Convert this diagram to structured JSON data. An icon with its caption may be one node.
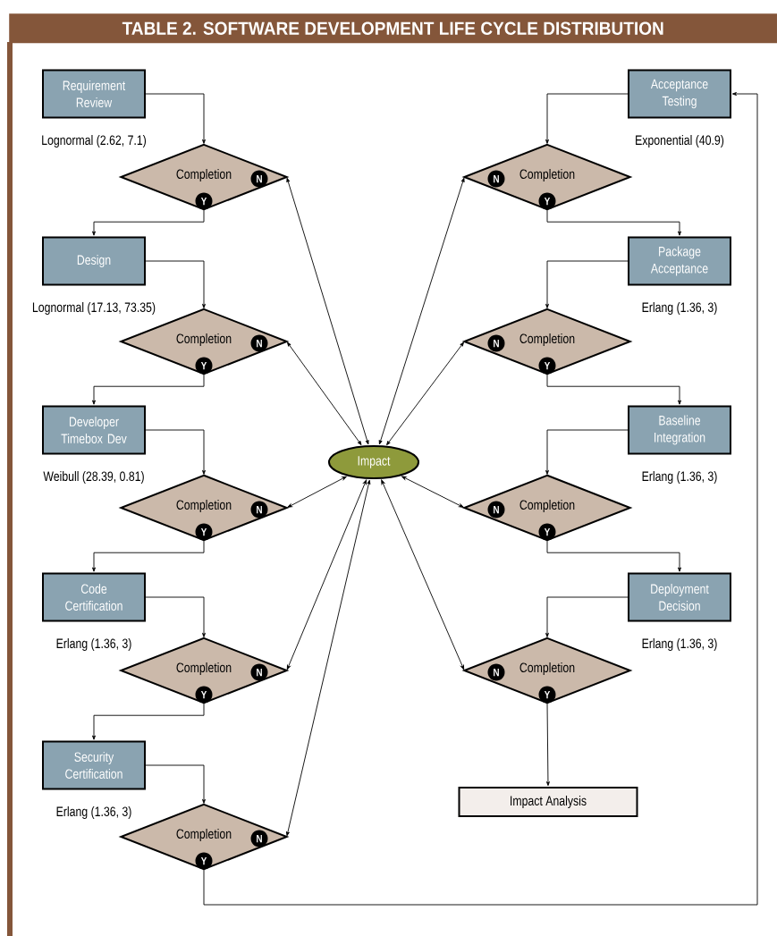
{
  "diagram": {
    "title": "TABLE 2. SOFTWARE DEVELOPMENT LIFE CYCLE DISTRIBUTION",
    "nodes": [
      {
        "text": [
          "Requirement Review"
        ]
      },
      {
        "text": [
          "Completion",
          "N",
          "Y"
        ]
      },
      {
        "text": [
          "Design"
        ]
      },
      {
        "text": [
          "Completion",
          "N",
          "Y"
        ]
      },
      {
        "text": [
          "Developer Timebox Dev"
        ]
      },
      {
        "text": [
          "Completion",
          "N",
          "Y"
        ]
      },
      {
        "text": [
          "Code Certification"
        ]
      },
      {
        "text": [
          "Completion",
          "N",
          "Y"
        ]
      },
      {
        "text": [
          "Security Certification"
        ]
      },
      {
        "text": [
          "Completion",
          "N",
          "Y"
        ]
      },
      {
        "text": [
          "Acceptance Testing"
        ]
      },
      {
        "text": [
          "N",
          "Completion",
          "Y"
        ]
      },
      {
        "text": [
          "Package Acceptance"
        ]
      },
      {
        "text": [
          "N",
          "Completion",
          "Y"
        ]
      },
      {
        "text": [
          "Baseline Integration"
        ]
      },
      {
        "text": [
          "N",
          "Completion",
          "Y"
        ]
      },
      {
        "text": [
          "Deployment Decision"
        ]
      },
      {
        "text": [
          "N",
          "Completion",
          "Y"
        ]
      },
      {
        "text": [
          "Impact Analysis"
        ]
      },
      {
        "text": [
          "Impact"
        ]
      }
    ],
    "edges": [
      {
        "from": 0,
        "to": 1,
        "arrow": "to"
      },
      {
        "from": 1,
        "to": 2,
        "arrow": "to"
      },
      {
        "from": 2,
        "to": 3,
        "arrow": "to"
      },
      {
        "from": 3,
        "to": 4,
        "arrow": "to"
      },
      {
        "from": 4,
        "to": 5,
        "arrow": "to"
      },
      {
        "from": 5,
        "to": 6,
        "arrow": "to"
      },
      {
        "from": 6,
        "to": 7,
        "arrow": "to"
      },
      {
        "from": 7,
        "to": 8,
        "arrow": "to"
      },
      {
        "from": 8,
        "to": 9,
        "arrow": "to"
      },
      {
        "from": 9,
        "to": 10,
        "arrow": "to"
      },
      {
        "from": 10,
        "to": 11,
        "arrow": "to"
      },
      {
        "from": 11,
        "to": 12,
        "arrow": "to"
      },
      {
        "from": 12,
        "to": 13,
        "arrow": "to"
      },
      {
        "from": 13,
        "to": 14,
        "arrow": "to"
      },
      {
        "from": 14,
        "to": 15,
        "arrow": "to"
      },
      {
        "from": 15,
        "to": 16,
        "arrow": "to"
      },
      {
        "from": 16,
        "to": 17,
        "arrow": "to"
      },
      {
        "from": 17,
        "to": 18,
        "arrow": "to"
      },
      {
        "from": 1,
        "to": 19,
        "arrow": "both"
      },
      {
        "from": 3,
        "to": 19,
        "arrow": "both"
      },
      {
        "from": 5,
        "to": 19,
        "arrow": "both"
      },
      {
        "from": 7,
        "to": 19,
        "arrow": "both"
      },
      {
        "from": 9,
        "to": 19,
        "arrow": "both"
      },
      {
        "from": 11,
        "to": 19,
        "arrow": "both"
      },
      {
        "from": 13,
        "to": 19,
        "arrow": "both"
      },
      {
        "from": 15,
        "to": 19,
        "arrow": "both"
      },
      {
        "from": 17,
        "to": 19,
        "arrow": "both"
      }
    ],
    "labels": [
      "Lognormal (2.62, 7.1)",
      "Exponential (40.9)",
      "Lognormal (17.13, 73.35)",
      "Erlang (1.36, 3)",
      "Weibull (28.39, 0.81)",
      "Erlang (1.36, 3)",
      "Erlang (1.36, 3)",
      "Erlang (1.36, 3)",
      "Erlang (1.36, 3)"
    ]
  }
}
